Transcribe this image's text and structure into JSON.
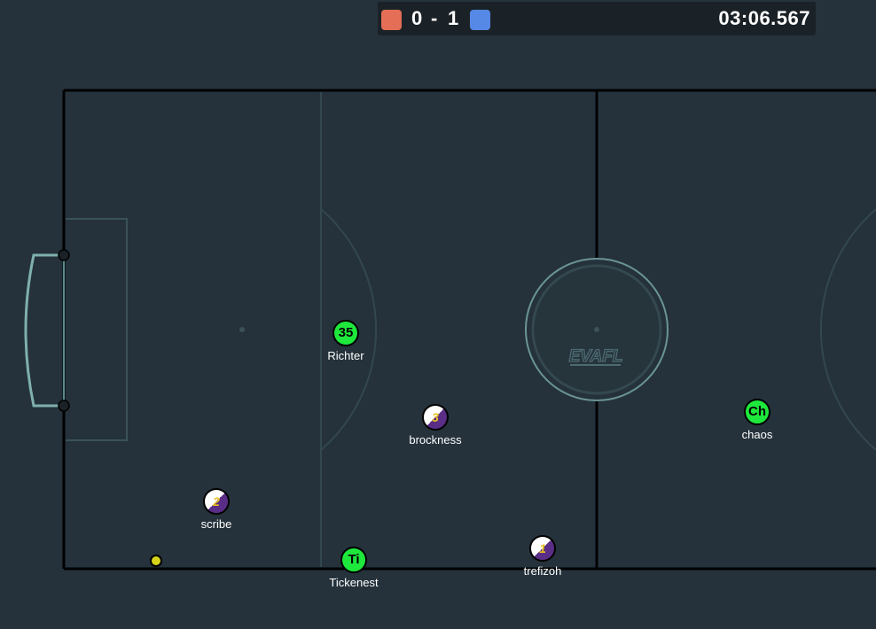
{
  "scoreboard": {
    "red_color": "#e56e56",
    "blue_color": "#5688e5",
    "red_score": "0",
    "separator": "-",
    "blue_score": "1",
    "timer": "03:06.567"
  },
  "field": {
    "logo_text": "EVAFL"
  },
  "players": [
    {
      "name": "Richter",
      "avatar": "35",
      "team": "green"
    },
    {
      "name": "brockness",
      "avatar": "3",
      "team": "purple"
    },
    {
      "name": "scribe",
      "avatar": "2",
      "team": "purple"
    },
    {
      "name": "Tickenest",
      "avatar": "Ti",
      "team": "green"
    },
    {
      "name": "trefizoh",
      "avatar": "1",
      "team": "purple"
    },
    {
      "name": "chaos",
      "avatar": "Ch",
      "team": "green"
    }
  ],
  "colors": {
    "green_team": "#1ee83c",
    "purple_team": "#5a2d86",
    "ball": "#d6d21a"
  }
}
